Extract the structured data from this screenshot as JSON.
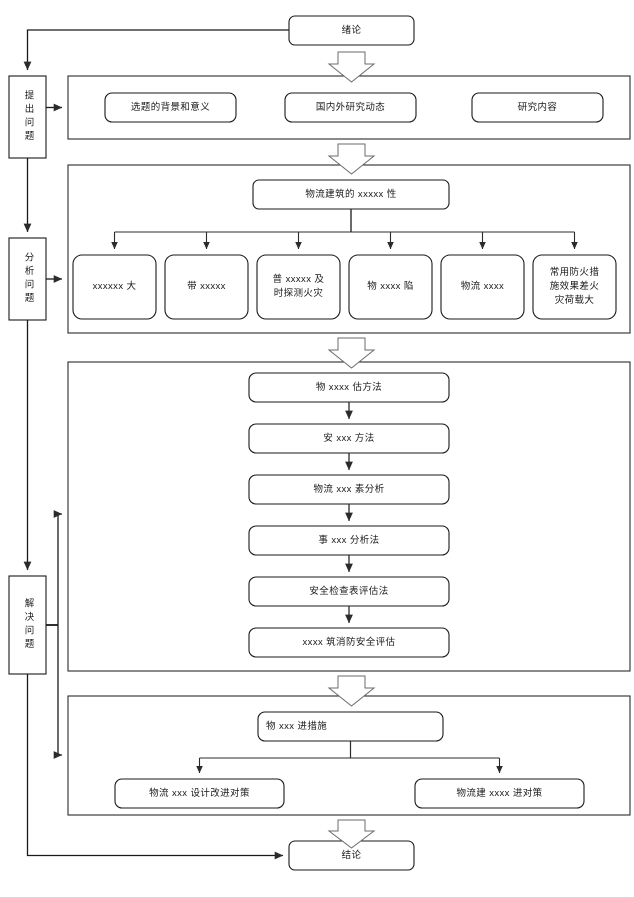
{
  "diagram": {
    "title_top": "绪论",
    "title_bottom": "结论",
    "stages": [
      {
        "id": "raise",
        "label": "提出问题"
      },
      {
        "id": "analyze",
        "label": "分析问题"
      },
      {
        "id": "solve",
        "label": "解决问题"
      }
    ],
    "section_intro": {
      "items": [
        {
          "label": "选题的背景和意义"
        },
        {
          "label": "国内外研究动态"
        },
        {
          "label": "研究内容"
        }
      ]
    },
    "section_analysis": {
      "header": "物流建筑的 xxxxx 性",
      "items": [
        {
          "label": "xxxxxx 大"
        },
        {
          "label": "带 xxxxx"
        },
        {
          "label": "普 xxxxx 及\n时探测火灾"
        },
        {
          "label": "物 xxxx 陷"
        },
        {
          "label": "物流 xxxx"
        },
        {
          "label": "常用防火措\n施效果差火\n灾荷载大"
        }
      ]
    },
    "section_methods": {
      "items": [
        {
          "label": "物 xxxx 估方法"
        },
        {
          "label": "安 xxx 方法"
        },
        {
          "label": "物流 xxx 素分析"
        },
        {
          "label": "事 xxx 分析法"
        },
        {
          "label": "安全检查表评估法"
        },
        {
          "label": "xxxx 筑消防安全评估"
        }
      ]
    },
    "section_measures": {
      "header": "物 xxx 进措施",
      "items": [
        {
          "label": "物流 xxx 设计改进对策"
        },
        {
          "label": "物流建 xxxx 进对策"
        }
      ]
    },
    "colors": {
      "stroke": "#1a1a1a",
      "connector": "#2b2b2b",
      "container": "#2b2b2b",
      "background": "#ffffff",
      "text": "#1a1a1a",
      "footrule": "#d8d8d8"
    }
  }
}
